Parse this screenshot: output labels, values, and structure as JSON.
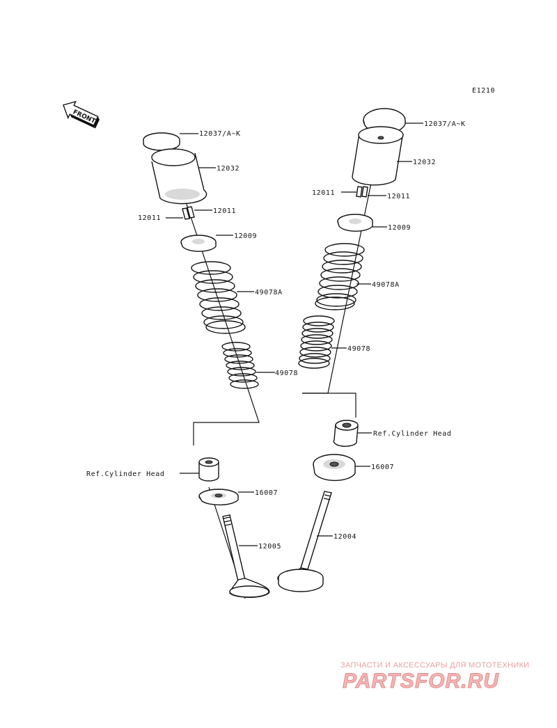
{
  "diagram_code": "E1210",
  "front_label": "FRONT",
  "labels": {
    "left_shim": "12037/A~K",
    "left_lifter": "12032",
    "left_keeper_a": "12011",
    "left_keeper_b": "12011",
    "left_retainer": "12009",
    "left_outer_spring": "49078A",
    "left_inner_spring": "49078",
    "left_ref_head": "Ref.Cylinder Head",
    "left_seal": "16007",
    "left_valve": "12005",
    "right_shim": "12037/A~K",
    "right_lifter": "12032",
    "right_keeper_a": "12011",
    "right_keeper_b": "12011",
    "right_retainer": "12009",
    "right_outer_spring": "49078A",
    "right_inner_spring": "49078",
    "right_ref_head": "Ref.Cylinder Head",
    "right_seal": "16007",
    "right_valve": "12004"
  },
  "watermark": {
    "top_text": "ЗАПЧАСТИ И АКСЕССУАРЫ ДЛЯ МОТОТЕХНИКИ",
    "logo_text": "PARTSFOR.RU"
  },
  "colors": {
    "line": "#111111",
    "watermark": "#e8a0a0"
  }
}
